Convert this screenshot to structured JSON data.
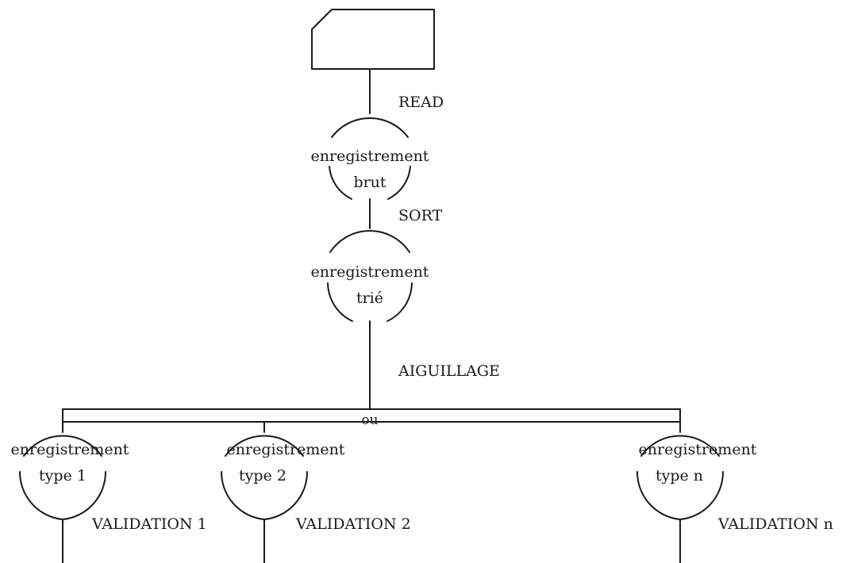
{
  "diagram": {
    "operations": {
      "read": "READ",
      "sort": "SORT",
      "switch": "AIGUILLAGE",
      "or": "ou",
      "validation_1": "VALIDATION 1",
      "validation_2": "VALIDATION 2",
      "validation_n": "VALIDATION n"
    },
    "nodes": {
      "raw": {
        "line1": "enregistrement",
        "line2": "brut"
      },
      "sorted": {
        "line1": "enregistrement",
        "line2": "trié"
      },
      "type_1": {
        "line1": "enregistrement",
        "line2": "type 1"
      },
      "type_2": {
        "line1": "enregistrement",
        "line2": "type 2"
      },
      "type_n": {
        "line1": "enregistrement",
        "line2": "type n"
      }
    }
  }
}
